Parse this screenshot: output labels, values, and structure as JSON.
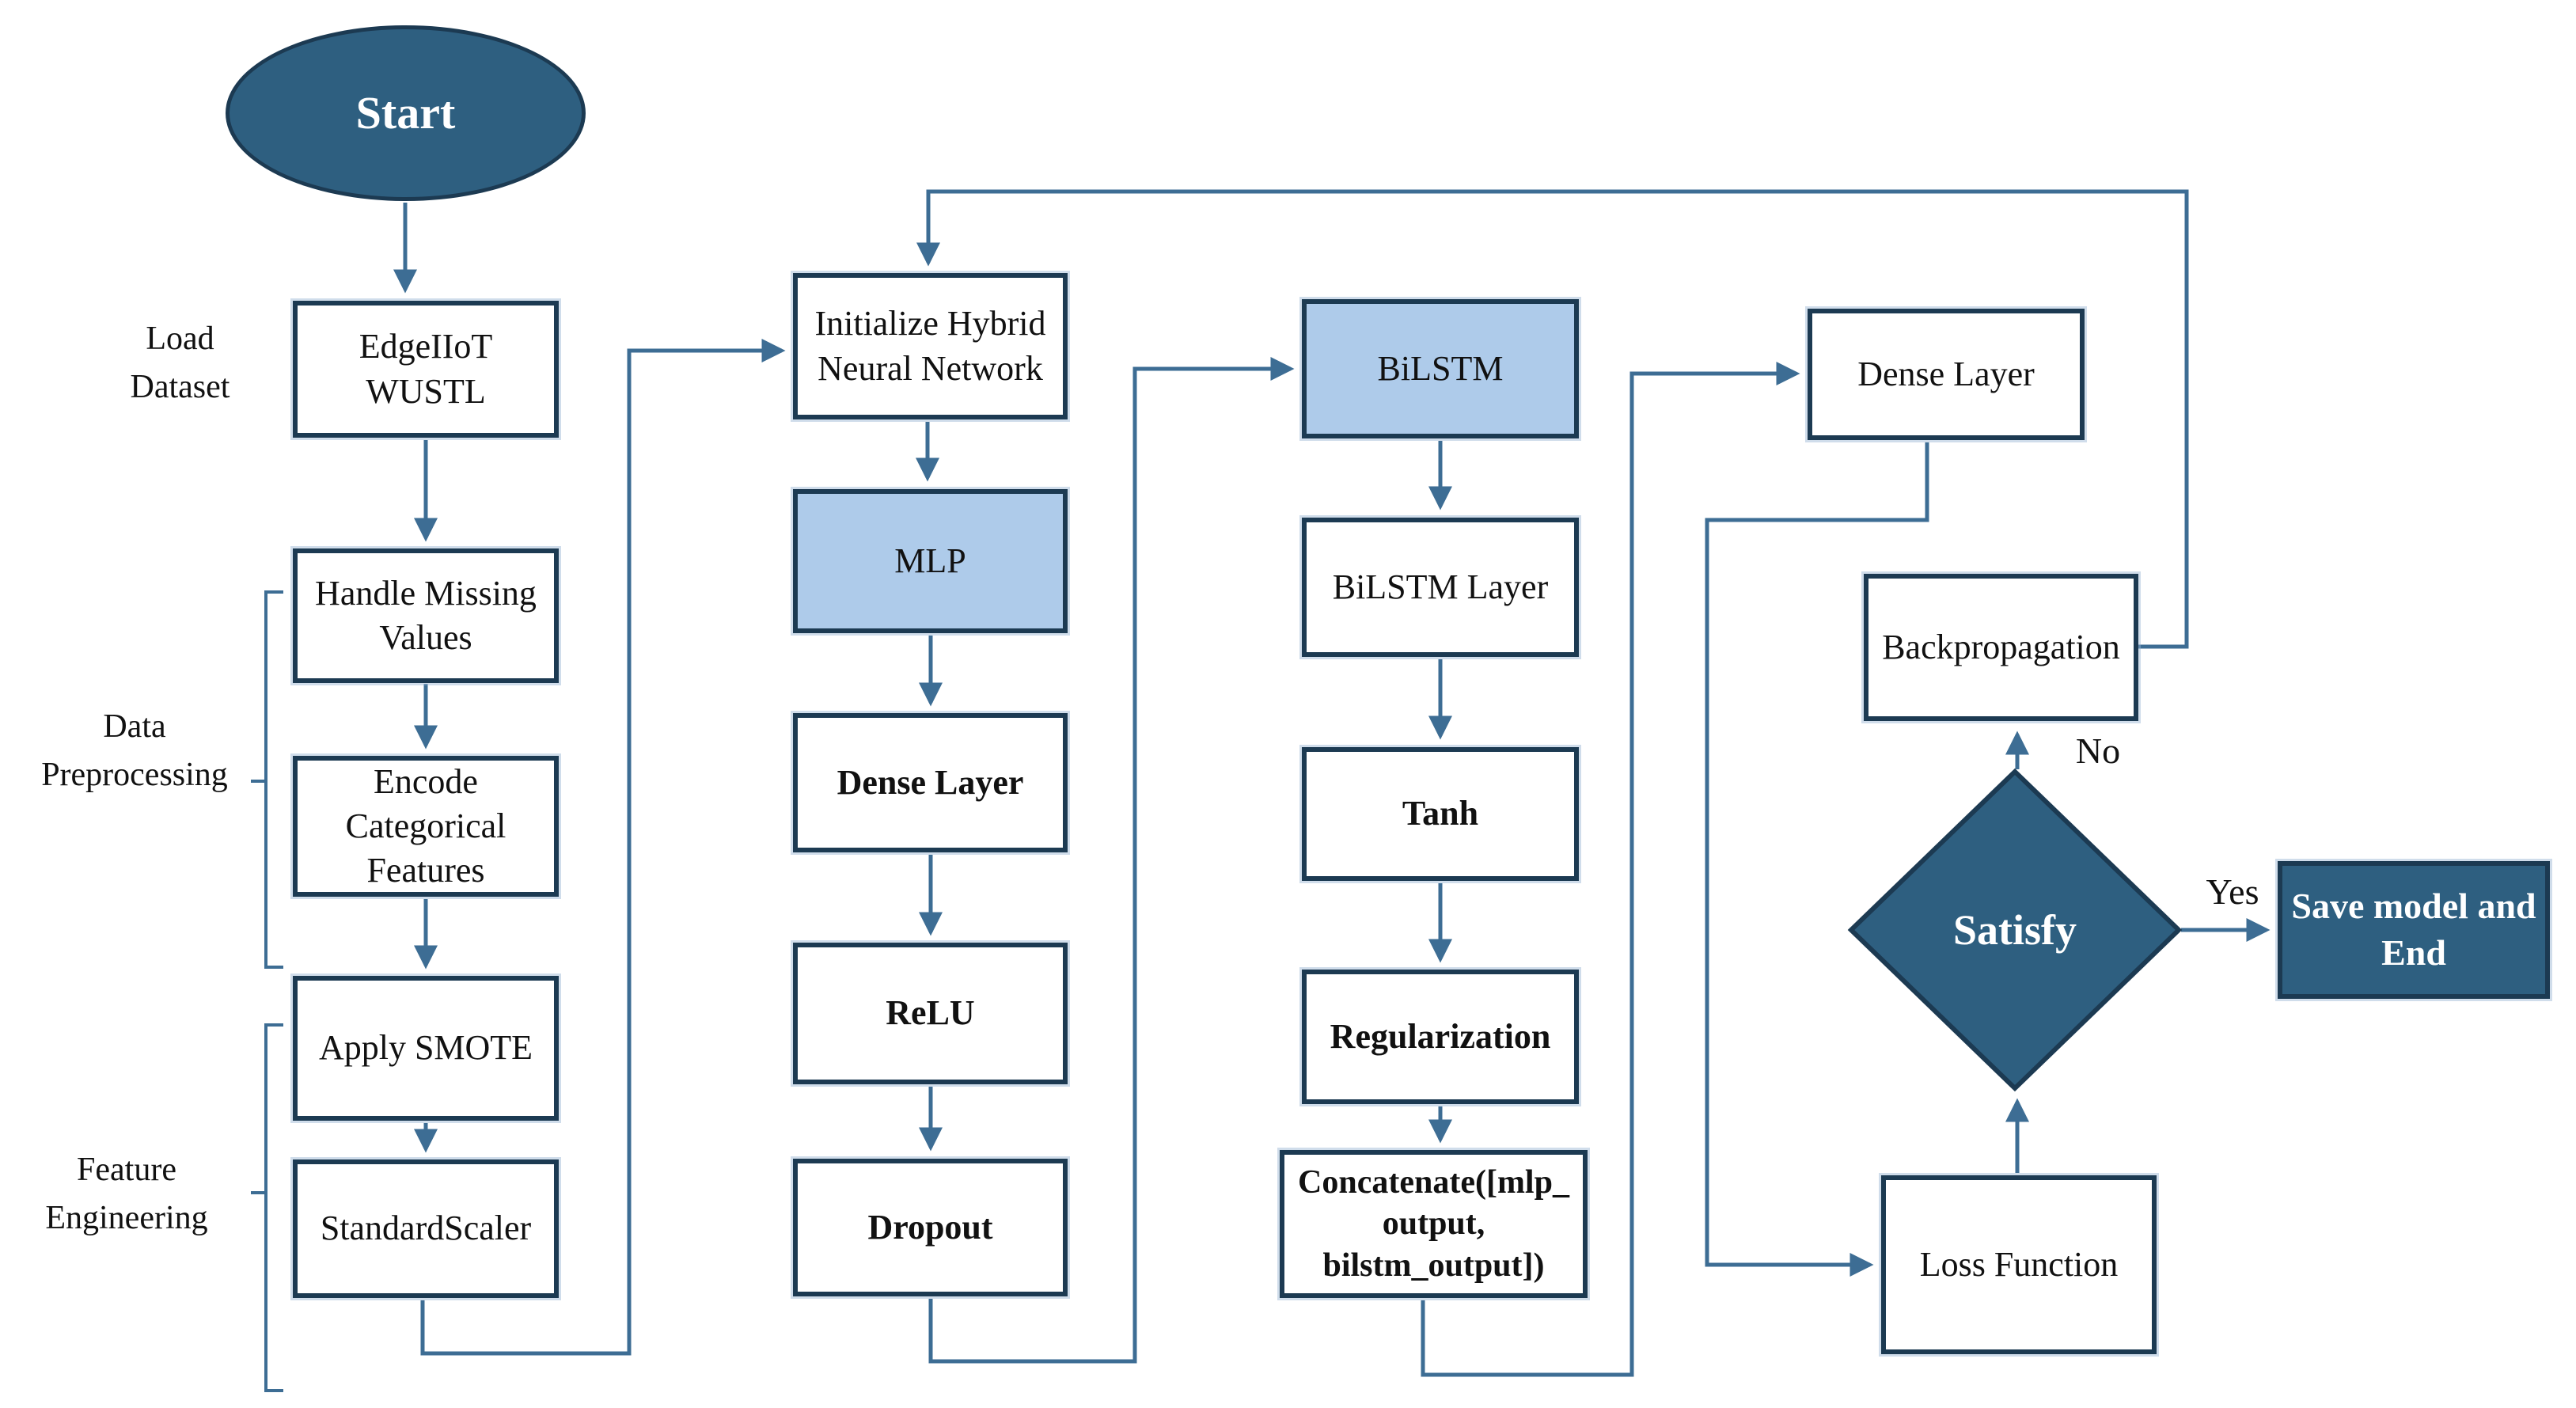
{
  "nodes": {
    "start": {
      "label": "Start",
      "type": "terminator"
    },
    "edgeiiot": {
      "label": "EdgeIIoT\nWUSTL",
      "type": "process"
    },
    "handle_missing": {
      "label": "Handle Missing\nValues",
      "type": "process"
    },
    "encode_categorical": {
      "label": "Encode\nCategorical\nFeatures",
      "type": "process"
    },
    "apply_smote": {
      "label": "Apply SMOTE",
      "type": "process"
    },
    "standard_scaler": {
      "label": "StandardScaler",
      "type": "process"
    },
    "initialize_hnn": {
      "label": "Initialize Hybrid\nNeural Network",
      "type": "process"
    },
    "mlp": {
      "label": "MLP",
      "type": "process-highlight"
    },
    "dense_layer_mlp": {
      "label": "Dense Layer",
      "type": "process"
    },
    "relu": {
      "label": "ReLU",
      "type": "process"
    },
    "dropout": {
      "label": "Dropout",
      "type": "process"
    },
    "bilstm": {
      "label": "BiLSTM",
      "type": "process-highlight"
    },
    "bilstm_layer": {
      "label": "BiLSTM Layer",
      "type": "process"
    },
    "tanh": {
      "label": "Tanh",
      "type": "process"
    },
    "regularization": {
      "label": "Regularization",
      "type": "process"
    },
    "concatenate": {
      "label": "Concatenate([mlp_\noutput,\nbilstm_output])",
      "type": "process"
    },
    "dense_layer_out": {
      "label": "Dense Layer",
      "type": "process"
    },
    "backpropagation": {
      "label": "Backpropagation",
      "type": "process"
    },
    "satisfy": {
      "label": "Satisfy",
      "type": "decision"
    },
    "loss_function": {
      "label": "Loss Function",
      "type": "process"
    },
    "save_end": {
      "label": "Save model and\nEnd",
      "type": "terminator"
    }
  },
  "side_labels": {
    "load_dataset": "Load\nDataset",
    "data_preprocessing": "Data\nPreprocessing",
    "feature_engineering": "Feature\nEngineering"
  },
  "edge_labels": {
    "no": "No",
    "yes": "Yes"
  },
  "colors": {
    "dark_node_fill": "#2e5f80",
    "light_node_fill": "#aecbea",
    "node_border": "#1c3a52",
    "connector": "#3d6d94",
    "text": "#111111",
    "node_text_light": "#ffffff",
    "background": "#ffffff"
  }
}
